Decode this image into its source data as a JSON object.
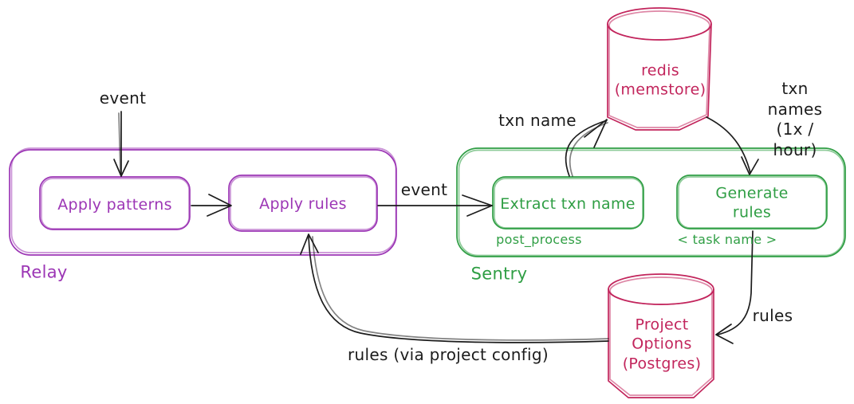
{
  "colors": {
    "purple": "#9c36b5",
    "green": "#2f9e44",
    "crimson": "#c2255c",
    "ink": "#1c1c1c",
    "bg": "#ffffff"
  },
  "relay": {
    "label": "Relay",
    "apply_patterns": "Apply patterns",
    "apply_rules": "Apply rules"
  },
  "sentry": {
    "label": "Sentry",
    "extract_txn_name": "Extract txn name",
    "extract_sub": "post_process",
    "generate_rules": "Generate rules",
    "generate_sub": "< task name >"
  },
  "stores": {
    "redis": "redis\n(memstore)",
    "project_options": "Project\nOptions\n(Postgres)"
  },
  "edges": {
    "event_in": "event",
    "event_mid": "event",
    "txn_name": "txn name",
    "txn_names": "txn names\n(1x / hour)",
    "rules": "rules",
    "rules_via": "rules (via project config)"
  }
}
